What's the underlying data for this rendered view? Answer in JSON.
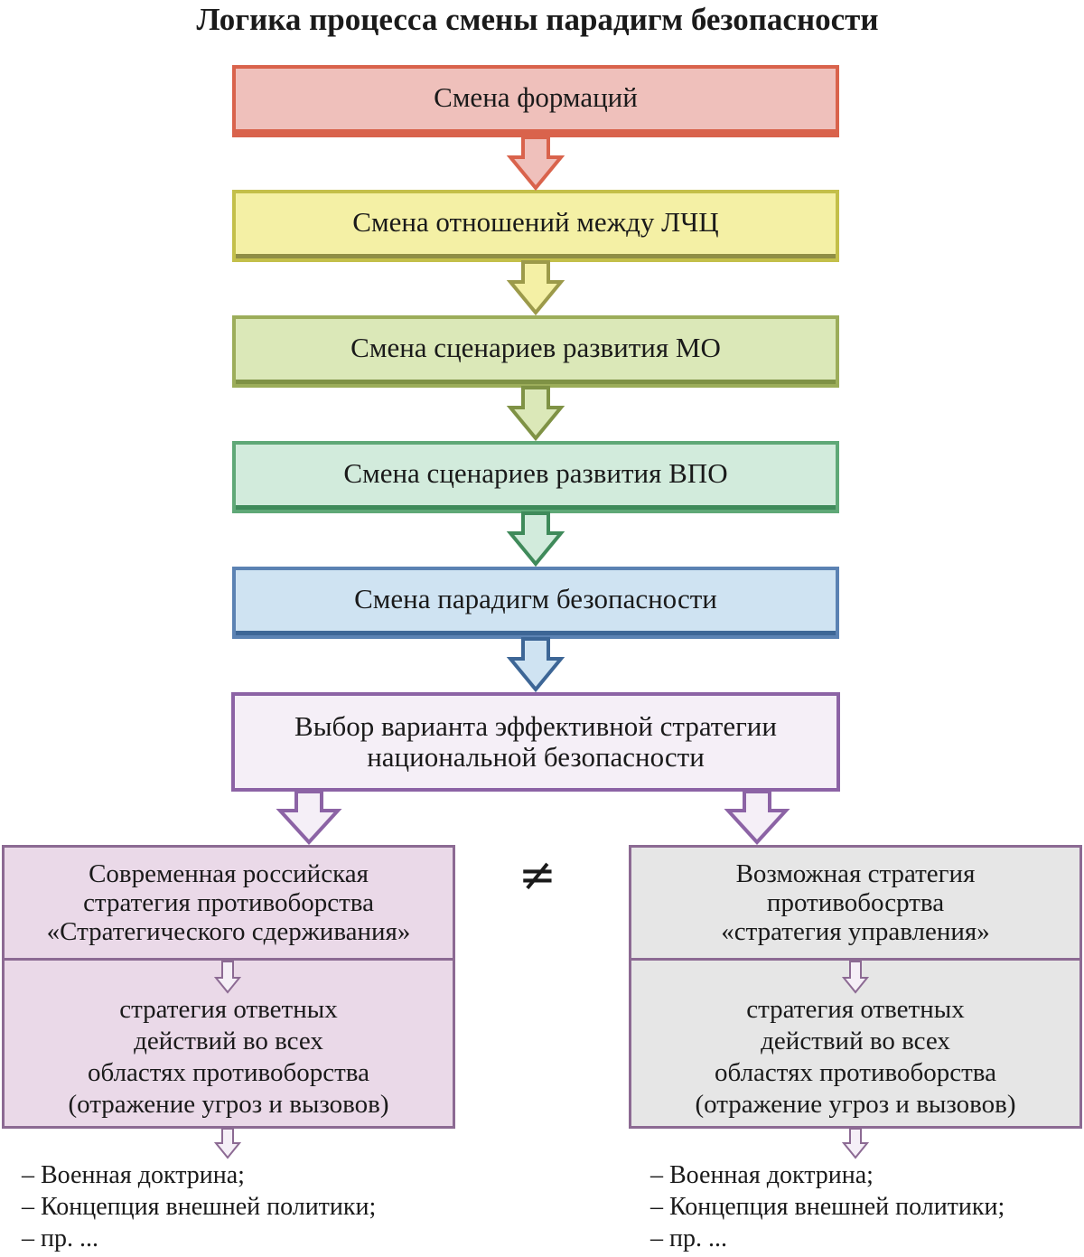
{
  "title": "Логика процесса смены парадигм безопасности",
  "flow": [
    {
      "label": "Смена формаций",
      "fill": "#efc0bb",
      "stroke": "#d9634c"
    },
    {
      "label": "Смена отношений между ЛЧЦ",
      "fill": "#f4f0a5",
      "stroke": "#c3bf4a"
    },
    {
      "label": "Смена сценариев развития МО",
      "fill": "#dbe8b8",
      "stroke": "#9cad5a"
    },
    {
      "label": "Смена сценариев развития ВПО",
      "fill": "#d2ebdc",
      "stroke": "#5fa877"
    },
    {
      "label": "Смена парадигм безопасности",
      "fill": "#cfe3f2",
      "stroke": "#5b82b3"
    }
  ],
  "choice": {
    "line1": "Выбор варианта эффективной стратегии",
    "line2": "национальной безопасности",
    "fill": "#f5eff7",
    "stroke": "#8c63a5"
  },
  "not_equal": "≠",
  "left": {
    "head": [
      "Современная российская",
      "стратегия противоборства",
      "«Стратегического сдерживания»"
    ],
    "body": [
      "стратегия ответных",
      "действий во всех",
      "областях противоборства",
      "(отражение угроз и вызовов)"
    ],
    "list": [
      "– Военная доктрина;",
      "– Концепция внешней политики;",
      "– пр. ..."
    ],
    "fill": "#ead9e8"
  },
  "right": {
    "head": [
      "Возможная стратегия",
      "противобосртва",
      "«стратегия управления»"
    ],
    "body": [
      "стратегия ответных",
      "действий во всех",
      "областях противоборства",
      "(отражение угроз и вызовов)"
    ],
    "list": [
      "– Военная доктрина;",
      "– Концепция внешней политики;",
      "– пр. ..."
    ],
    "fill": "#e6e6e6"
  }
}
